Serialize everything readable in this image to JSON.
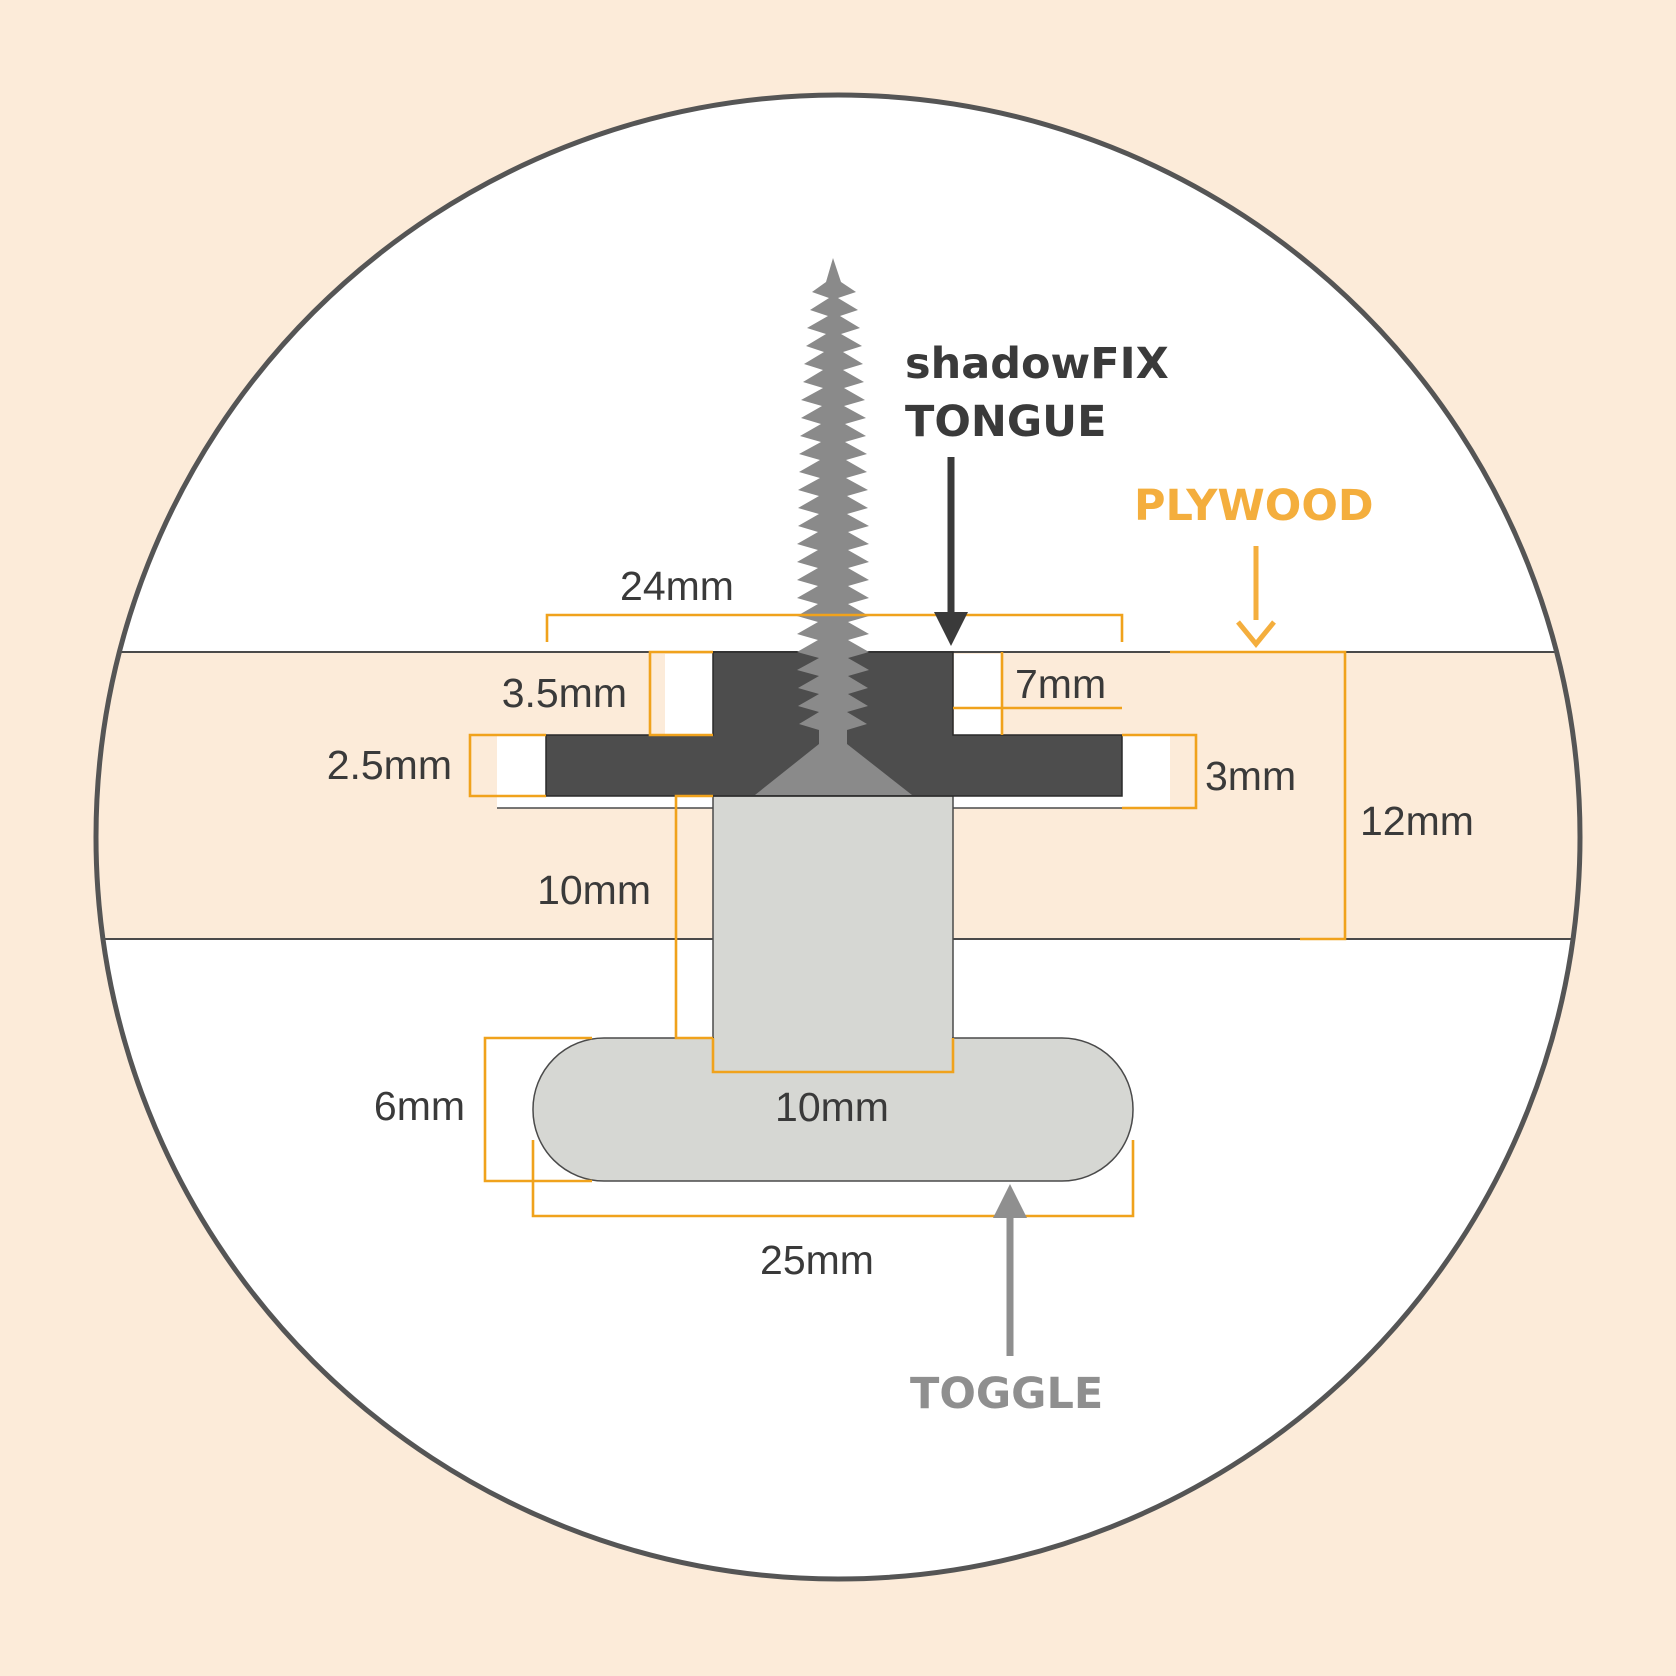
{
  "labels": {
    "tongue_line1": "shadowFIX",
    "tongue_line2": "TONGUE",
    "plywood": "PLYWOOD",
    "toggle": "TOGGLE"
  },
  "dimensions": {
    "tongue_width": "24mm",
    "tongue_top_height": "3.5mm",
    "tongue_step": "7mm",
    "flange_thickness": "2.5mm",
    "flange_gap": "3mm",
    "plywood_thickness": "12mm",
    "stem_length": "10mm",
    "stem_width": "10mm",
    "toggle_height": "6mm",
    "toggle_width": "25mm"
  },
  "colors": {
    "background": "#fcebd9",
    "circle_fill": "#ffffff",
    "circle_stroke": "#555555",
    "plywood_fill": "#fcebd9",
    "tongue": "#4d4d4d",
    "screw": "#8a8a8a",
    "toggle": "#d6d7d3",
    "dimension_line": "#f0a21c",
    "plywood_label": "#f4ae3d",
    "toggle_label": "#8f8f8f",
    "tongue_label": "#3a3a3a"
  }
}
